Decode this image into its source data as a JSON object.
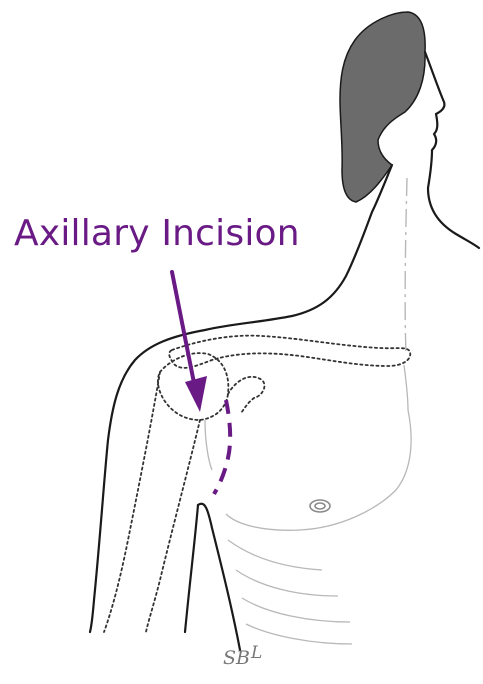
{
  "annotation": {
    "label": "Axillary Incision"
  },
  "signature": {
    "base": "SB",
    "superscript": "L"
  },
  "colors": {
    "accent": "#6a1a85",
    "hair": "#6b6b6b",
    "outline": "#1a1a1a",
    "dotted": "#333333",
    "faint": "#b8b8b8"
  },
  "icons": {
    "arrow": "arrow-down-icon",
    "nipple": "nipple-icon"
  }
}
